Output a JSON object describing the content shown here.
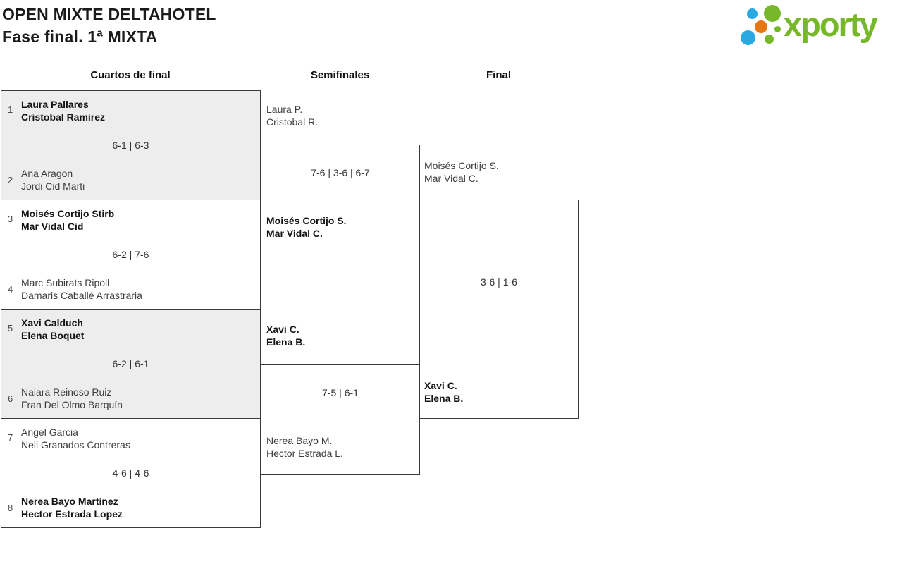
{
  "header": {
    "title": "OPEN MIXTE DELTAHOTEL",
    "subtitle": "Fase final. 1ª MIXTA",
    "logo": {
      "brand": "xporty"
    }
  },
  "round_headers": {
    "quarterfinals": "Cuartos de final",
    "semifinals": "Semifinales",
    "final": "Final"
  },
  "colors": {
    "brand_green": "#76b82a",
    "brand_blue": "#29a9e1",
    "brand_orange": "#e87711",
    "box_shade": "#ededed",
    "line": "#3a3a3a"
  },
  "bracket": {
    "quarterfinals": [
      {
        "seed_top": "1",
        "top_line1": "Laura Pallares",
        "top_line2": "Cristobal Ramirez",
        "top_winner": true,
        "score": "6-1 | 6-3",
        "seed_bottom": "2",
        "bottom_line1": "Ana Aragon",
        "bottom_line2": "Jordi Cid Marti",
        "bottom_winner": false
      },
      {
        "seed_top": "3",
        "top_line1": "Moisés Cortijo Stirb",
        "top_line2": "Mar Vidal Cid",
        "top_winner": true,
        "score": "6-2 | 7-6",
        "seed_bottom": "4",
        "bottom_line1": "Marc Subirats Ripoll",
        "bottom_line2": "Damaris Caballé Arrastraria",
        "bottom_winner": false
      },
      {
        "seed_top": "5",
        "top_line1": "Xavi Calduch",
        "top_line2": "Elena Boquet",
        "top_winner": true,
        "score": "6-2 | 6-1",
        "seed_bottom": "6",
        "bottom_line1": "Naiara Reinoso Ruiz",
        "bottom_line2": "Fran Del Olmo Barquín",
        "bottom_winner": false
      },
      {
        "seed_top": "7",
        "top_line1": "Angel Garcia",
        "top_line2": "Neli Granados Contreras",
        "top_winner": false,
        "score": "4-6 | 4-6",
        "seed_bottom": "8",
        "bottom_line1": "Nerea Bayo Martínez",
        "bottom_line2": "Hector Estrada Lopez",
        "bottom_winner": true
      }
    ],
    "semifinals": [
      {
        "top_line1": "Laura P.",
        "top_line2": "Cristobal R.",
        "top_winner": false,
        "score": "7-6 | 3-6 | 6-7",
        "bottom_line1": "Moisés Cortijo S.",
        "bottom_line2": "Mar Vidal C.",
        "bottom_winner": true
      },
      {
        "top_line1": "Xavi C.",
        "top_line2": "Elena B.",
        "top_winner": true,
        "score": "7-5 | 6-1",
        "bottom_line1": "Nerea Bayo M.",
        "bottom_line2": "Hector Estrada L.",
        "bottom_winner": false
      }
    ],
    "final": {
      "top_line1": "Moisés Cortijo S.",
      "top_line2": "Mar Vidal C.",
      "top_winner": false,
      "score": "3-6 | 1-6",
      "bottom_line1": "Xavi C.",
      "bottom_line2": "Elena B.",
      "bottom_winner": true
    }
  }
}
